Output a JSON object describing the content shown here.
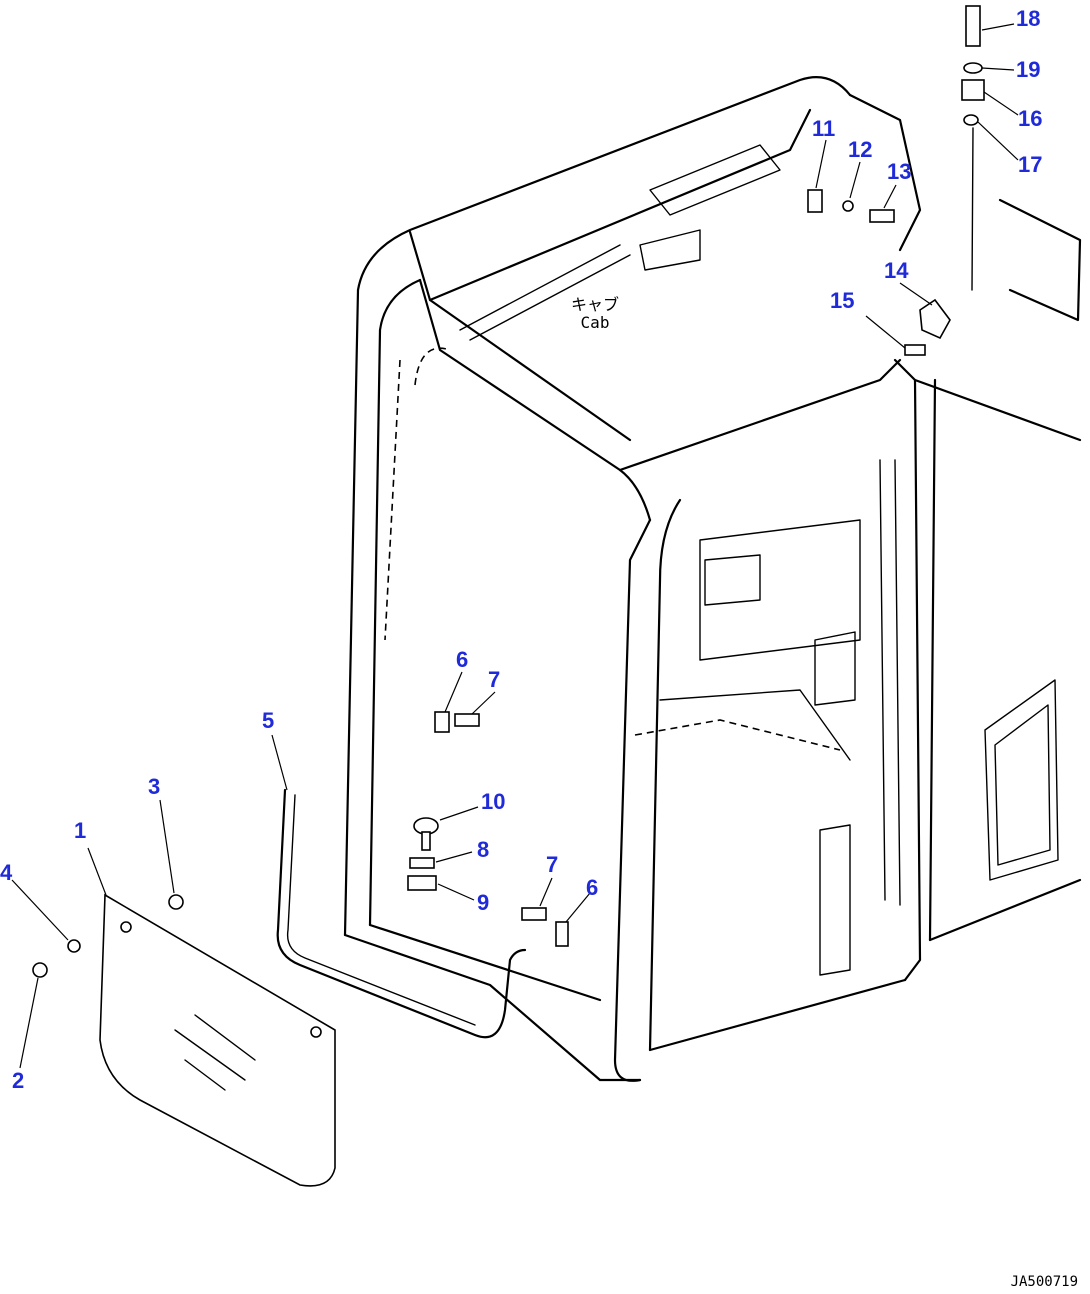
{
  "labels": {
    "cab_jp": "キャブ",
    "cab_en": "Cab",
    "drawing_id": "JA500719"
  },
  "callouts": [
    "1",
    "2",
    "3",
    "4",
    "5",
    "6",
    "7",
    "8",
    "9",
    "10",
    "11",
    "12",
    "13",
    "14",
    "15",
    "16",
    "17",
    "18",
    "19",
    "6",
    "7"
  ],
  "colors": {
    "callout": "#1f2ad8",
    "line": "#000000"
  }
}
